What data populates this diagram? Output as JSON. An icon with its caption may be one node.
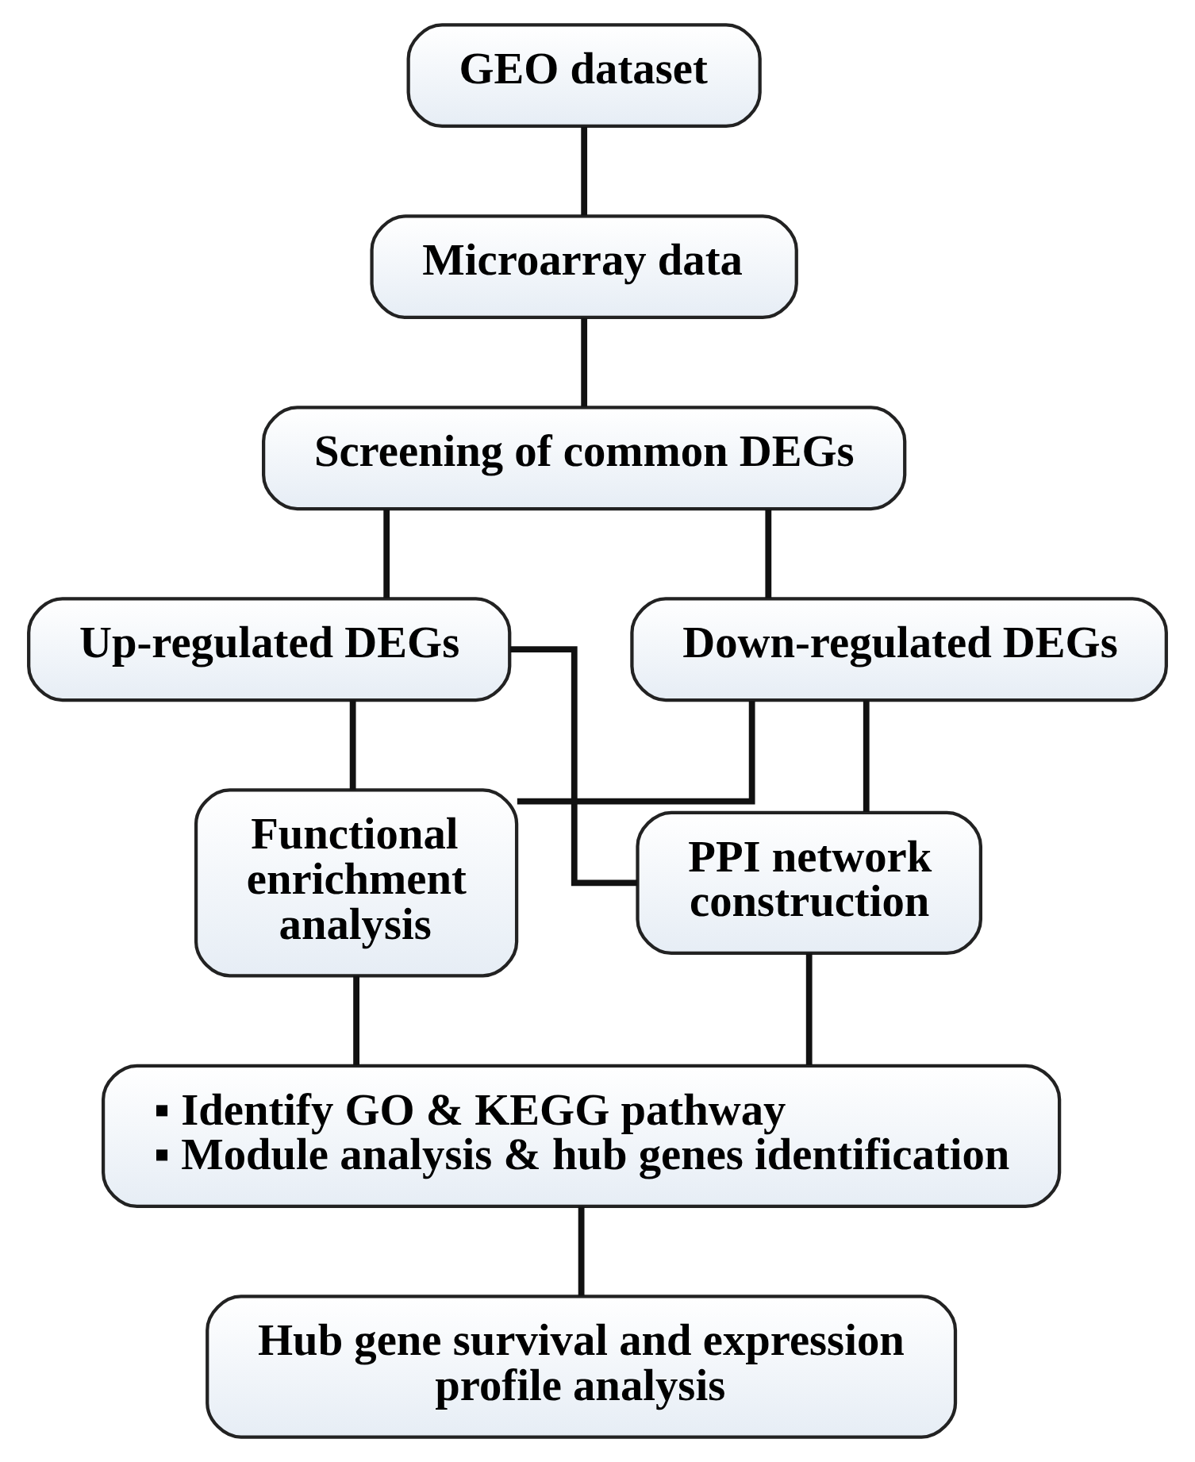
{
  "diagram": {
    "nodes": [
      {
        "text": [
          "GEO dataset"
        ]
      },
      {
        "text": [
          "Microarray data"
        ]
      },
      {
        "text": [
          "Screening of common DEGs"
        ]
      },
      {
        "text": [
          "Up-regulated DEGs"
        ]
      },
      {
        "text": [
          "Down-regulated DEGs"
        ]
      },
      {
        "text": [
          "Functional enrichment analysis"
        ]
      },
      {
        "text": [
          "PPI network construction"
        ]
      },
      {
        "text": [
          "▪ Identify GO & KEGG pathway",
          "▪ Module analysis & hub genes identification"
        ]
      },
      {
        "text": [
          "Hub gene survival and expression profile analysis"
        ]
      }
    ],
    "edges": [
      {
        "from": 0,
        "to": 1,
        "arrow": "none"
      },
      {
        "from": 1,
        "to": 2,
        "arrow": "none"
      },
      {
        "from": 2,
        "to": 3,
        "arrow": "none"
      },
      {
        "from": 2,
        "to": 4,
        "arrow": "none"
      },
      {
        "from": 3,
        "to": 5,
        "arrow": "none"
      },
      {
        "from": 3,
        "to": 6,
        "arrow": "none"
      },
      {
        "from": 4,
        "to": 5,
        "arrow": "none"
      },
      {
        "from": 4,
        "to": 6,
        "arrow": "none"
      },
      {
        "from": 5,
        "to": 7,
        "arrow": "none"
      },
      {
        "from": 6,
        "to": 7,
        "arrow": "none"
      },
      {
        "from": 7,
        "to": 8,
        "arrow": "none"
      }
    ]
  }
}
